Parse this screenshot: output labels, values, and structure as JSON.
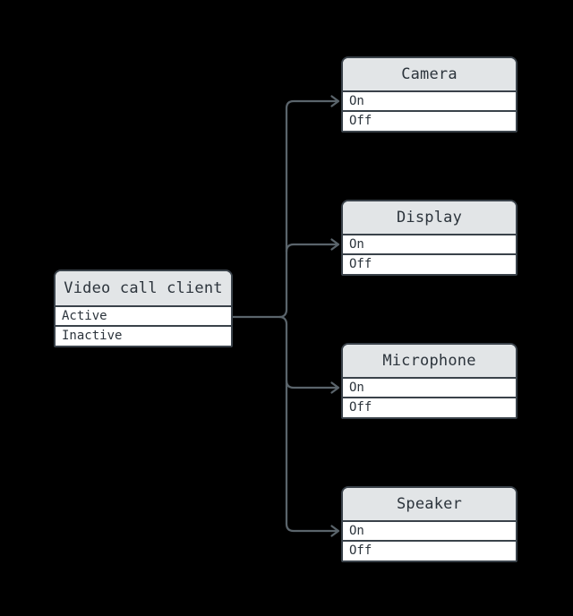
{
  "diagram": {
    "background": "#000000",
    "colors": {
      "node_border": "#3a424a",
      "header_fill": "#e2e5e7",
      "row_fill": "#ffffff",
      "text": "#2c343c",
      "connector": "#5a646b"
    },
    "source": {
      "title": "Video call client",
      "rows": [
        "Active",
        "Inactive"
      ]
    },
    "targets": [
      {
        "title": "Camera",
        "rows": [
          "On",
          "Off"
        ]
      },
      {
        "title": "Display",
        "rows": [
          "On",
          "Off"
        ]
      },
      {
        "title": "Microphone",
        "rows": [
          "On",
          "Off"
        ]
      },
      {
        "title": "Speaker",
        "rows": [
          "On",
          "Off"
        ]
      }
    ]
  }
}
